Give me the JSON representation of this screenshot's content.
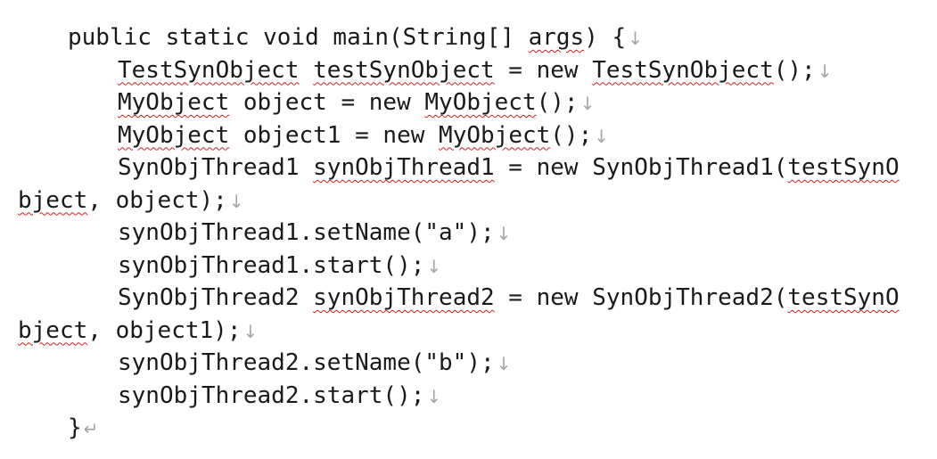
{
  "document": {
    "marks": {
      "line_break": "↓",
      "paragraph": "↵"
    },
    "lines": [
      {
        "indent": 1,
        "mark": "line_break",
        "segments": [
          {
            "text": "public static void main(String[] ",
            "spell": false
          },
          {
            "text": "args",
            "spell": true
          },
          {
            "text": ") {",
            "spell": false
          }
        ]
      },
      {
        "indent": 2,
        "mark": "line_break",
        "segments": [
          {
            "text": "TestSynObject",
            "spell": true
          },
          {
            "text": " ",
            "spell": false
          },
          {
            "text": "testSynObject",
            "spell": true
          },
          {
            "text": " = new ",
            "spell": false
          },
          {
            "text": "TestSynObject",
            "spell": true
          },
          {
            "text": "();",
            "spell": false
          }
        ]
      },
      {
        "indent": 2,
        "mark": "line_break",
        "segments": [
          {
            "text": "MyObject",
            "spell": true
          },
          {
            "text": " object = new ",
            "spell": false
          },
          {
            "text": "MyObject",
            "spell": true
          },
          {
            "text": "();",
            "spell": false
          }
        ]
      },
      {
        "indent": 2,
        "mark": "line_break",
        "segments": [
          {
            "text": "MyObject",
            "spell": true
          },
          {
            "text": " object1 = new ",
            "spell": false
          },
          {
            "text": "MyObject",
            "spell": true
          },
          {
            "text": "();",
            "spell": false
          }
        ]
      },
      {
        "indent": 2,
        "mark": "none",
        "segments": [
          {
            "text": "SynObjThread1 ",
            "spell": false
          },
          {
            "text": "synObjThread1",
            "spell": true
          },
          {
            "text": " = new SynObjThread1(",
            "spell": false
          },
          {
            "text": "testSynO",
            "spell": true
          }
        ]
      },
      {
        "indent": 0,
        "mark": "line_break",
        "segments": [
          {
            "text": "bject",
            "spell": true
          },
          {
            "text": ", object);",
            "spell": false
          }
        ]
      },
      {
        "indent": 2,
        "mark": "line_break",
        "segments": [
          {
            "text": "synObjThread1.setName(\"a\");",
            "spell": false
          }
        ]
      },
      {
        "indent": 2,
        "mark": "line_break",
        "segments": [
          {
            "text": "synObjThread1.start();",
            "spell": false
          }
        ]
      },
      {
        "indent": 2,
        "mark": "none",
        "segments": [
          {
            "text": "SynObjThread2 ",
            "spell": false
          },
          {
            "text": "synObjThread2",
            "spell": true
          },
          {
            "text": " = new SynObjThread2(",
            "spell": false
          },
          {
            "text": "testSynO",
            "spell": true
          }
        ]
      },
      {
        "indent": 0,
        "mark": "line_break",
        "segments": [
          {
            "text": "bject",
            "spell": true
          },
          {
            "text": ", object1);",
            "spell": false
          }
        ]
      },
      {
        "indent": 2,
        "mark": "line_break",
        "segments": [
          {
            "text": "synObjThread2.setName(\"b\");",
            "spell": false
          }
        ]
      },
      {
        "indent": 2,
        "mark": "line_break",
        "segments": [
          {
            "text": "synObjThread2.start();",
            "spell": false
          }
        ]
      },
      {
        "indent": 1,
        "mark": "paragraph",
        "segments": [
          {
            "text": "}",
            "spell": false
          }
        ]
      }
    ]
  }
}
